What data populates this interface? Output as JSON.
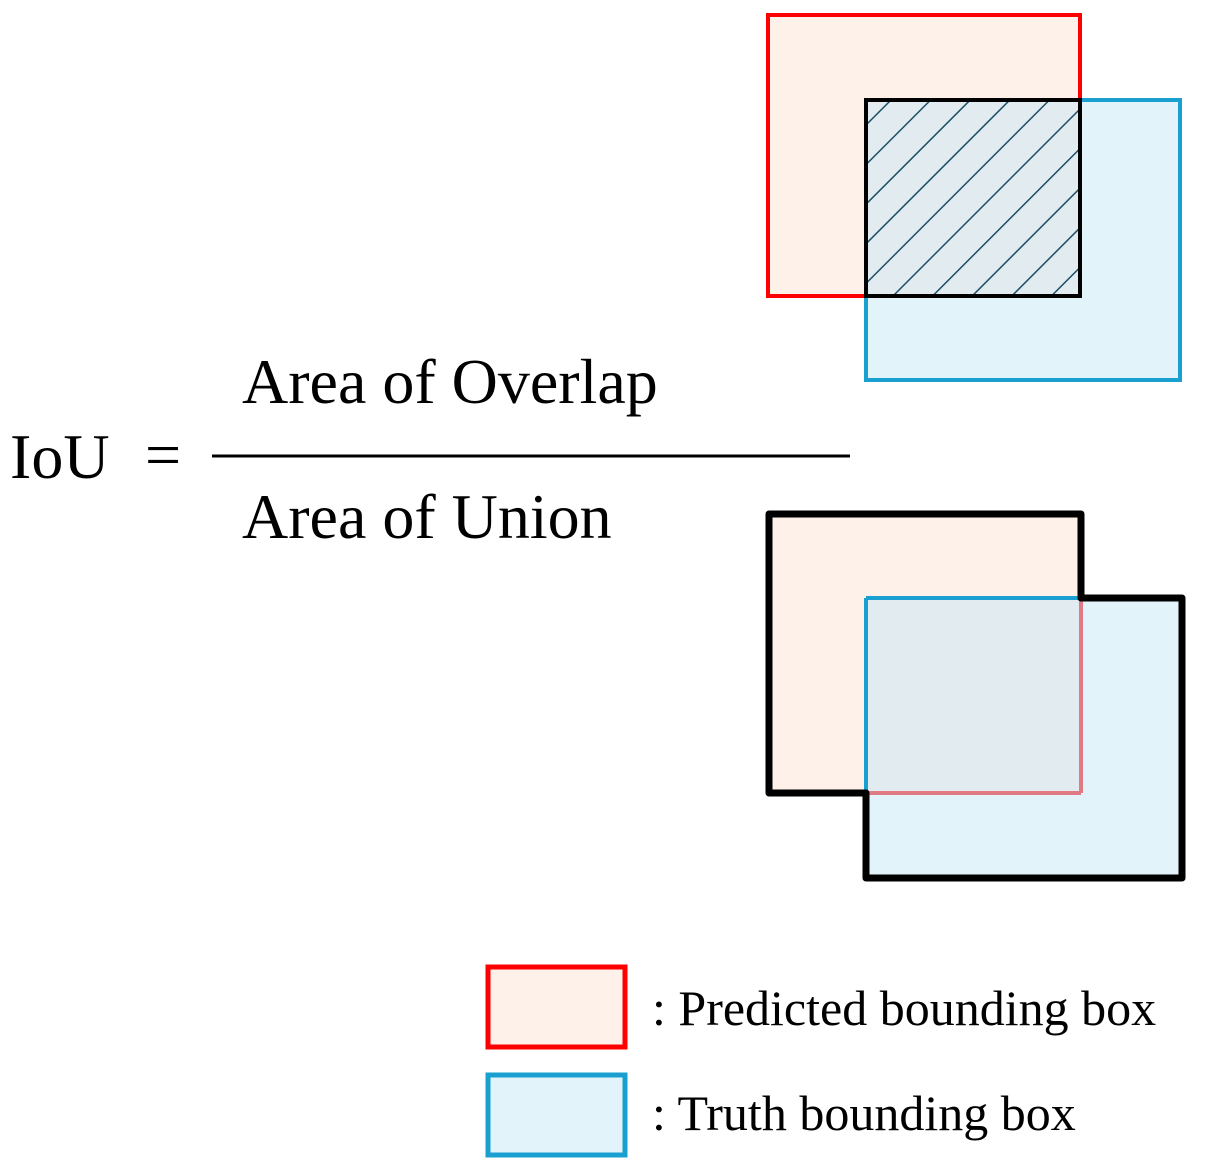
{
  "formula": {
    "lhs": "IoU",
    "equals": "=",
    "numerator": "Area of Overlap",
    "denominator": "Area of Union"
  },
  "legend": {
    "items": [
      {
        "key": "predicted",
        "label": ": Predicted bounding box"
      },
      {
        "key": "truth",
        "label": ": Truth bounding box"
      }
    ]
  },
  "colors": {
    "predicted_stroke": "#ff0000",
    "predicted_fill": "#fdf1ea",
    "truth_stroke": "#1aa0d0",
    "truth_fill": "#e2f3fa",
    "overlap_fill": "#e1ebf0",
    "hatch": "#1c4f66",
    "union_outline": "#000000",
    "faded_predicted_edge": "#e07a84"
  }
}
